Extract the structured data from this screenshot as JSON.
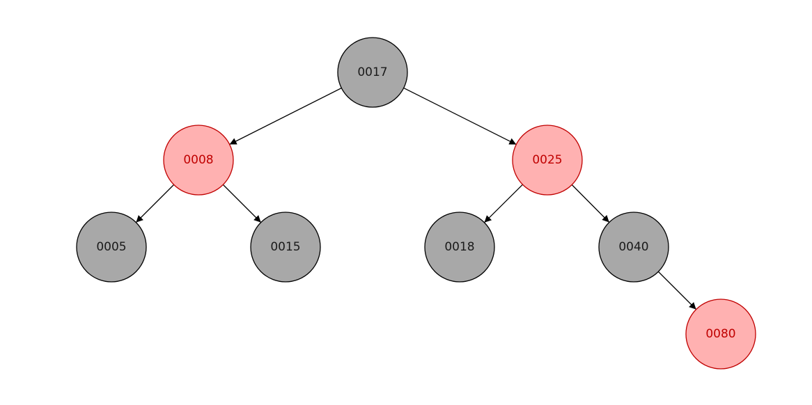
{
  "tree": {
    "type": "red-black-tree",
    "colors": {
      "black_fill": "#a8a8a8",
      "black_stroke": "#000000",
      "black_text": "#1a1a1a",
      "red_fill": "#ffb1b1",
      "red_stroke": "#c00000",
      "red_text": "#c00000",
      "edge": "#000000"
    },
    "nodes": [
      {
        "id": "n17",
        "label": "0017",
        "color": "black"
      },
      {
        "id": "n8",
        "label": "0008",
        "color": "red"
      },
      {
        "id": "n25",
        "label": "0025",
        "color": "red"
      },
      {
        "id": "n5",
        "label": "0005",
        "color": "black"
      },
      {
        "id": "n15",
        "label": "0015",
        "color": "black"
      },
      {
        "id": "n18",
        "label": "0018",
        "color": "black"
      },
      {
        "id": "n40",
        "label": "0040",
        "color": "black"
      },
      {
        "id": "n80",
        "label": "0080",
        "color": "red"
      }
    ],
    "edges": [
      {
        "from": "n17",
        "to": "n8"
      },
      {
        "from": "n17",
        "to": "n25"
      },
      {
        "from": "n8",
        "to": "n5"
      },
      {
        "from": "n8",
        "to": "n15"
      },
      {
        "from": "n25",
        "to": "n18"
      },
      {
        "from": "n25",
        "to": "n40"
      },
      {
        "from": "n40",
        "to": "n80"
      }
    ]
  }
}
